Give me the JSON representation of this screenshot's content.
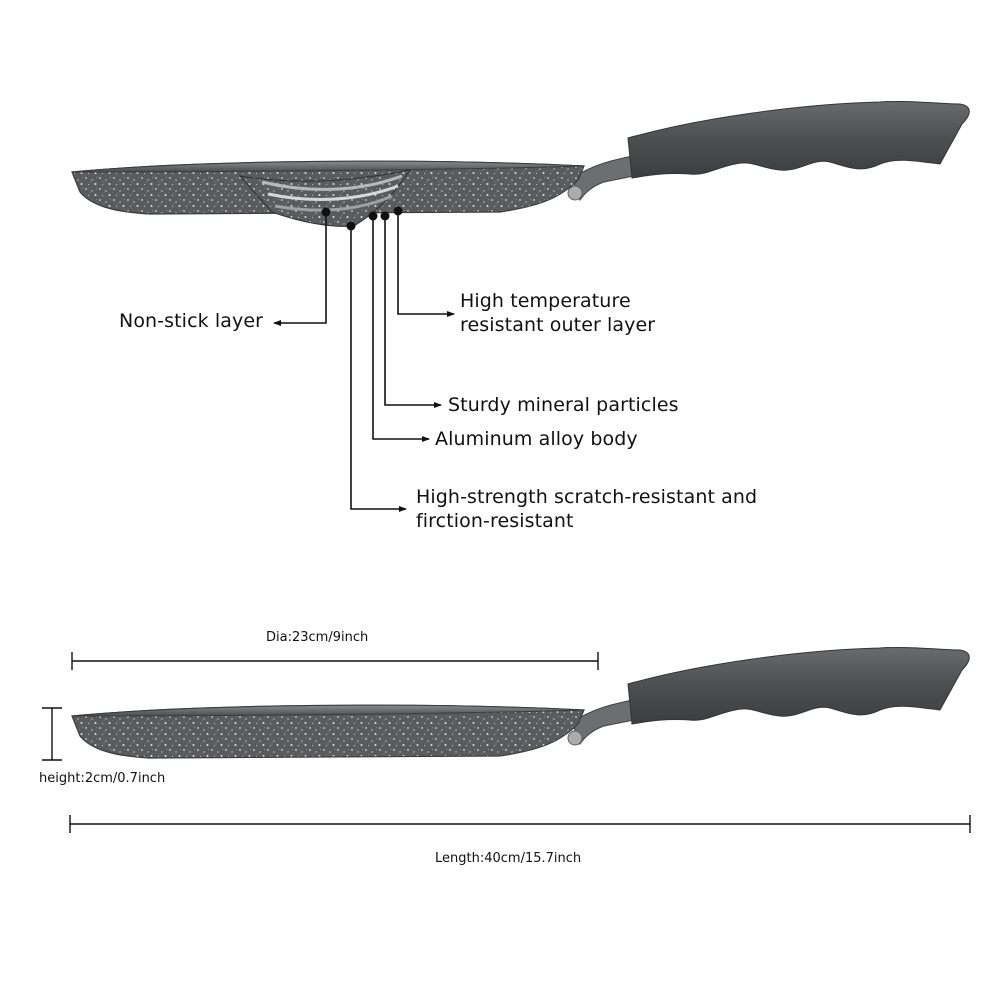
{
  "layer_labels": {
    "non_stick": "Non-stick layer",
    "outer_line1": "High temperature",
    "outer_line2": "resistant outer layer",
    "mineral": "Sturdy mineral particles",
    "aluminum": "Aluminum alloy body",
    "scratch_line1": "High-strength scratch-resistant and",
    "scratch_line2": "firction-resistant"
  },
  "dimensions": {
    "diameter": "Dia:23cm/9inch",
    "height": "height:2cm/0.7inch",
    "length": "Length:40cm/15.7inch"
  },
  "colors": {
    "pan_body": "#5a5b5d",
    "handle": "#4b4c4e",
    "speckle": "#d9d9d9",
    "rivet": "#a9abad",
    "line": "#111111"
  }
}
